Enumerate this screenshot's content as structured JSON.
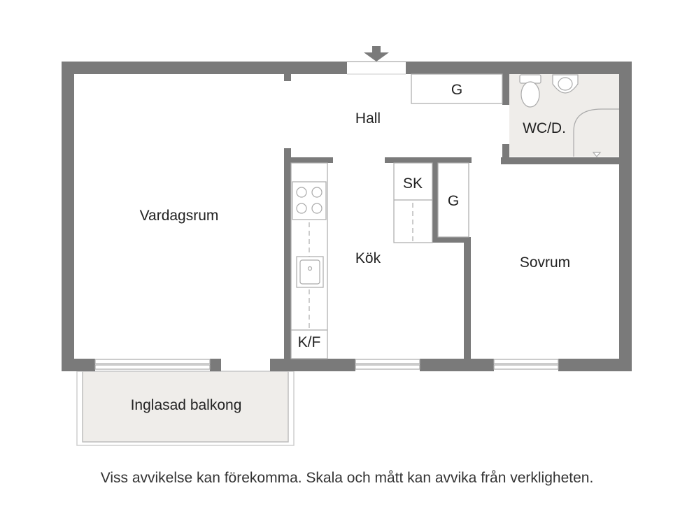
{
  "rooms": {
    "vardagsrum": "Vardagsrum",
    "hall": "Hall",
    "kok": "Kök",
    "sovrum": "Sovrum",
    "wc": "WC/D.",
    "balkong": "Inglasad balkong"
  },
  "fixtures": {
    "garderob_hall": "G",
    "garderob_kok": "G",
    "skap": "SK",
    "kyl_frys": "K/F"
  },
  "colors": {
    "wall": "#7a7a7a",
    "wet_room": "#efedea",
    "balcony": "#efedea",
    "line": "#aaaaaa"
  },
  "disclaimer": "Viss avvikelse kan förekomma. Skala och mått kan avvika från verkligheten."
}
